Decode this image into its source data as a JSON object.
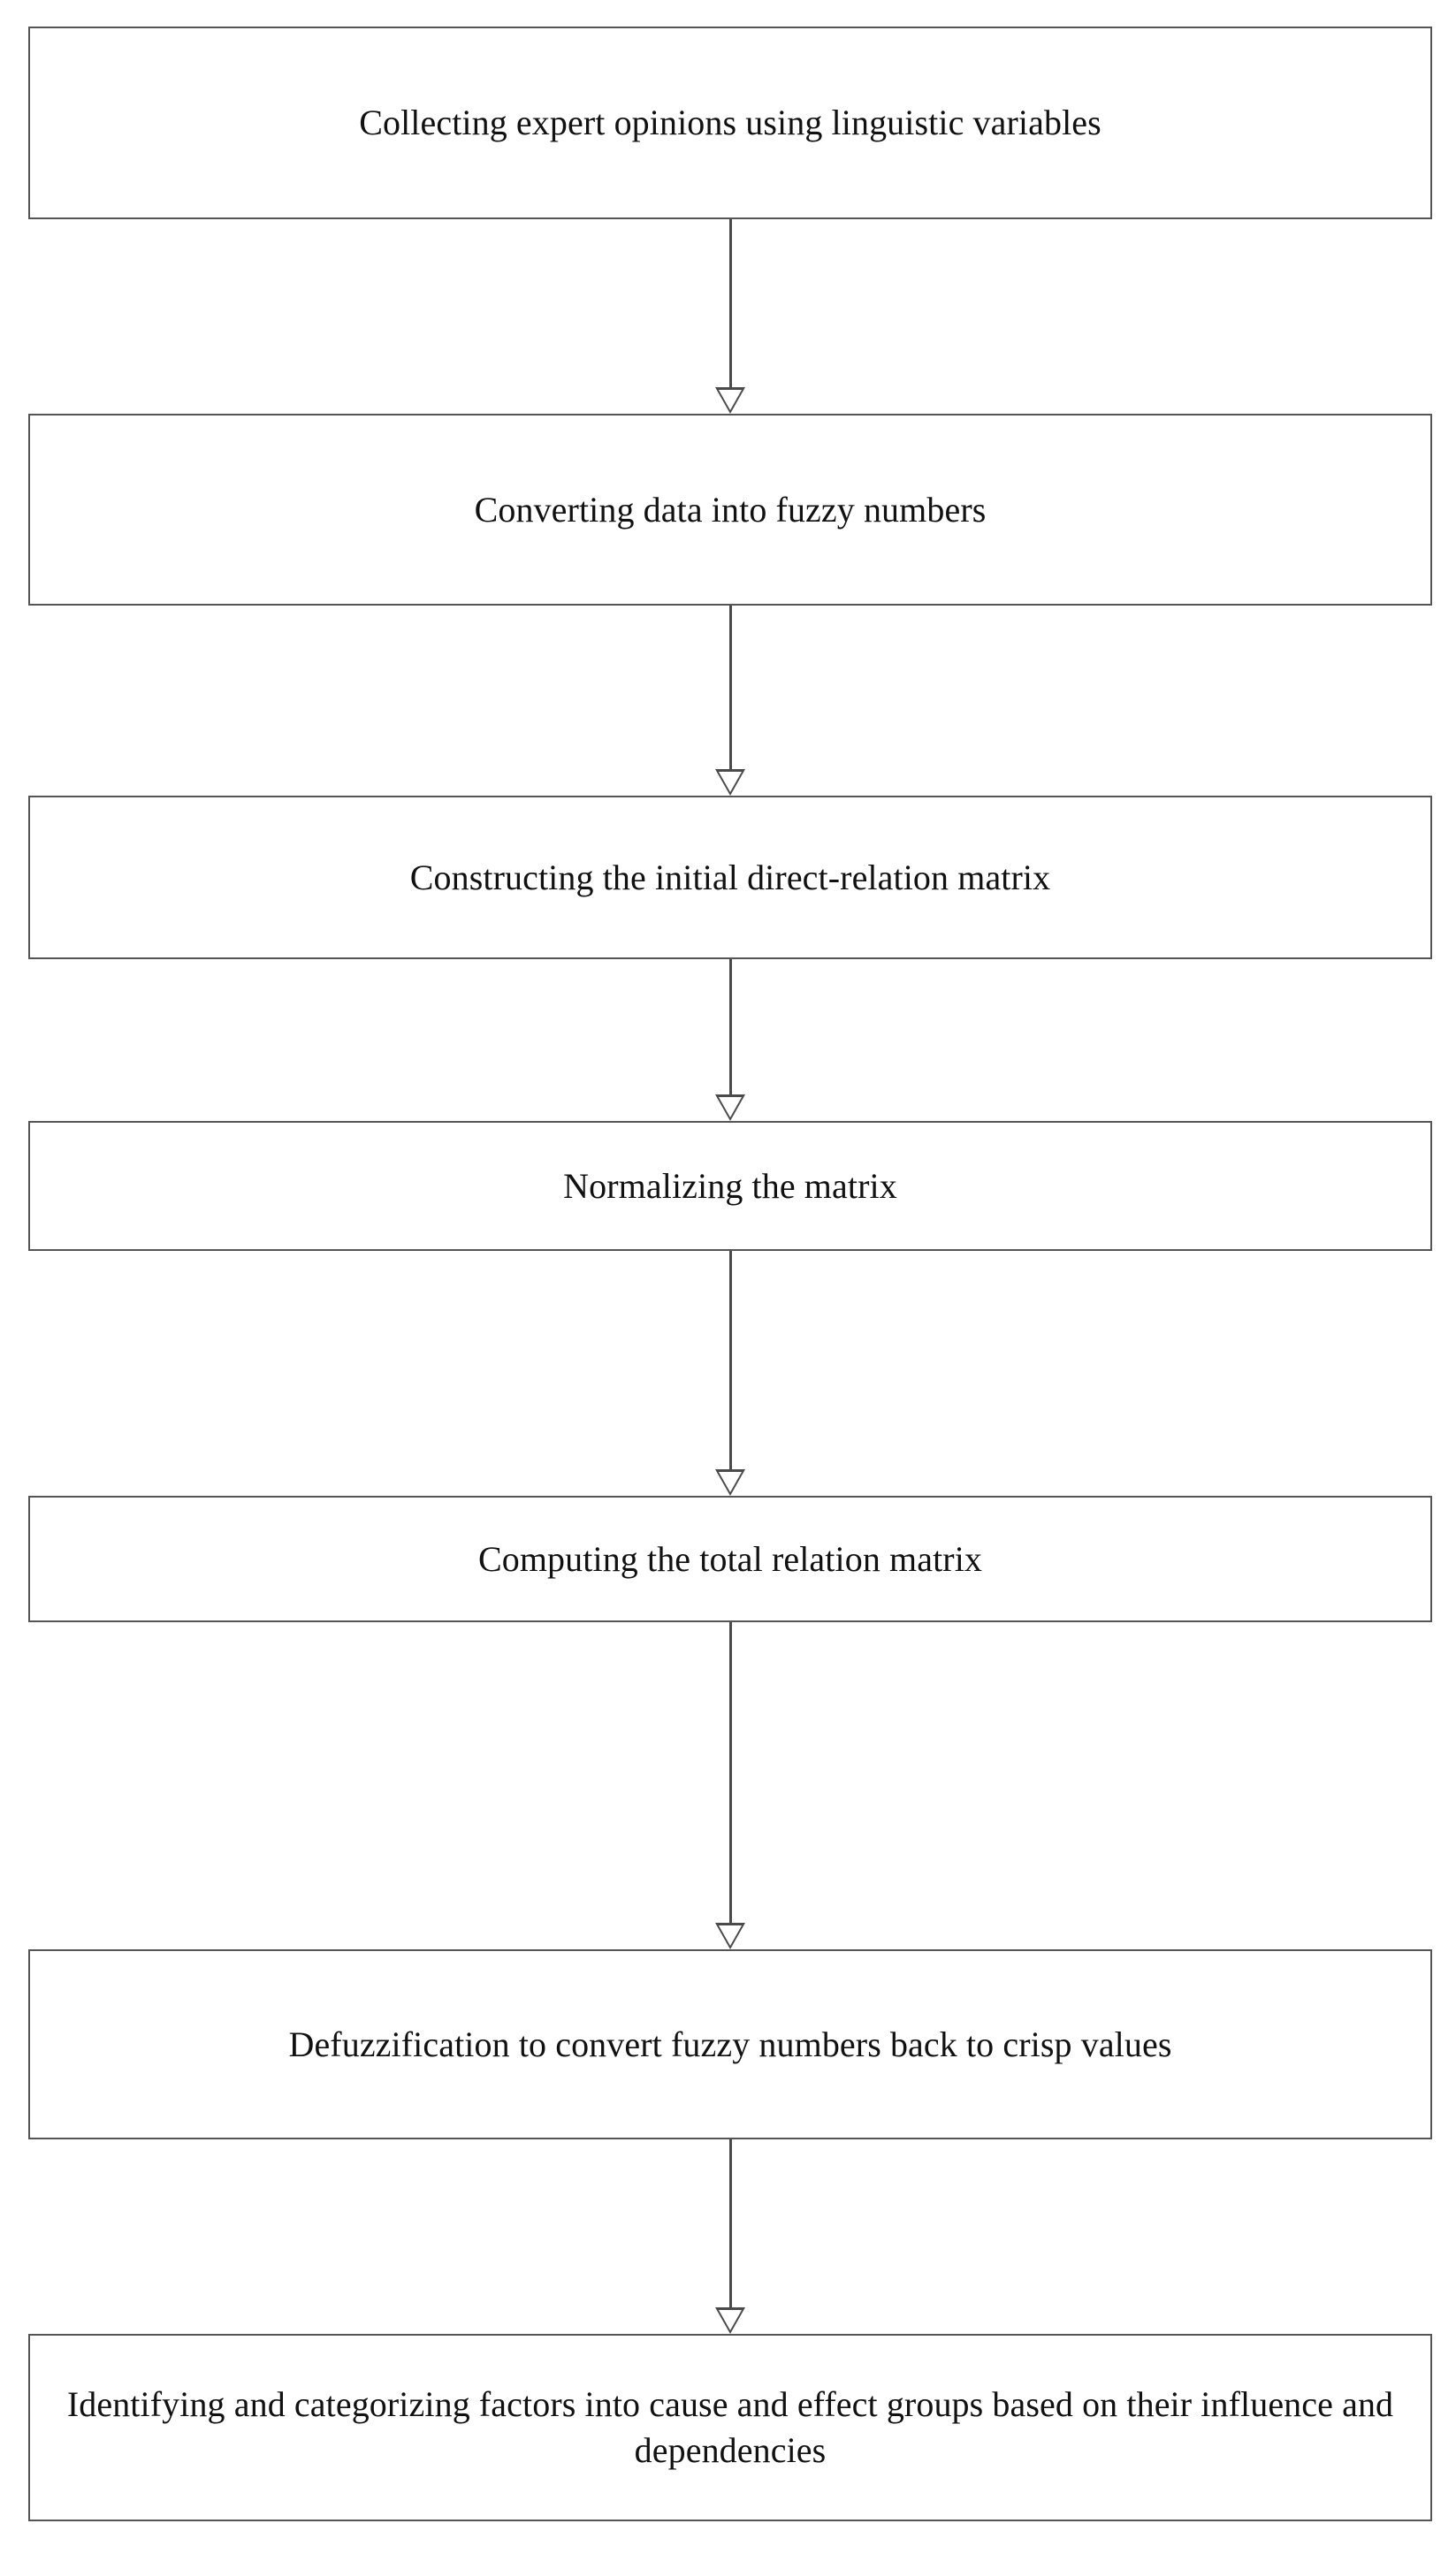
{
  "diagram": {
    "title": "Fuzzy DEMATEL methodology flowchart",
    "orientation": "vertical-top-down",
    "background_color": "#ffffff",
    "node_border_color": "#555555",
    "node_fill_color": "#ffffff",
    "connector_color": "#4a4a4a",
    "text_color": "#111111",
    "arrowhead_style": "hollow-triangle-down",
    "nodes": [
      {
        "id": "step-1",
        "label": "Collecting expert opinions using linguistic variables",
        "shape": "rectangle"
      },
      {
        "id": "step-2",
        "label": "Converting data into fuzzy numbers",
        "shape": "rectangle"
      },
      {
        "id": "step-3",
        "label": "Constructing the initial direct-relation matrix",
        "shape": "rectangle"
      },
      {
        "id": "step-4",
        "label": "Normalizing the matrix",
        "shape": "rectangle"
      },
      {
        "id": "step-5",
        "label": "Computing the total relation matrix",
        "shape": "rectangle"
      },
      {
        "id": "step-6",
        "label": "Defuzzification to convert fuzzy numbers back to crisp values",
        "shape": "rectangle"
      },
      {
        "id": "step-7",
        "label": "Identifying and categorizing factors into cause and effect groups based on their influence and dependencies",
        "shape": "rectangle"
      }
    ],
    "edges": [
      {
        "id": "edge-1-2",
        "from": "step-1",
        "to": "step-2",
        "label": ""
      },
      {
        "id": "edge-2-3",
        "from": "step-2",
        "to": "step-3",
        "label": ""
      },
      {
        "id": "edge-3-4",
        "from": "step-3",
        "to": "step-4",
        "label": ""
      },
      {
        "id": "edge-4-5",
        "from": "step-4",
        "to": "step-5",
        "label": ""
      },
      {
        "id": "edge-5-6",
        "from": "step-5",
        "to": "step-6",
        "label": ""
      },
      {
        "id": "edge-6-7",
        "from": "step-6",
        "to": "step-7",
        "label": ""
      }
    ]
  }
}
